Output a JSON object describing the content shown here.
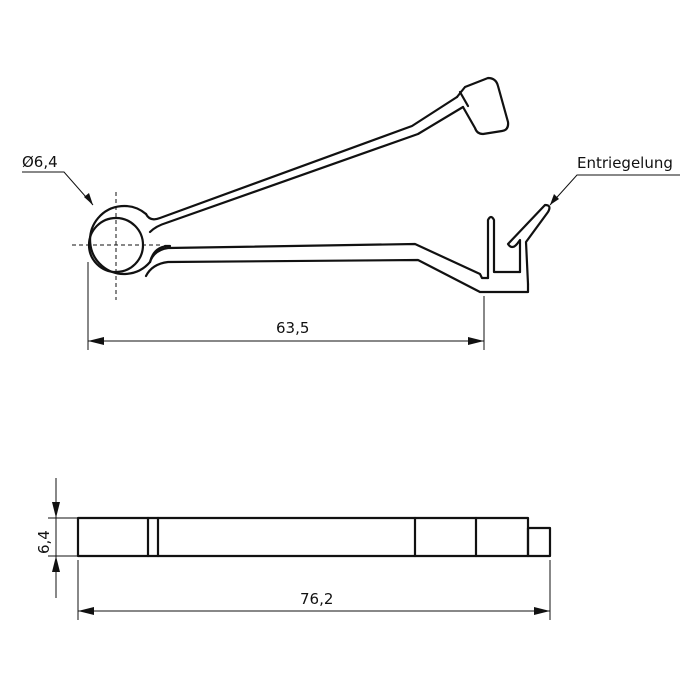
{
  "labels": {
    "diameter": "Ø6,4",
    "release": "Entriegelung",
    "length_top": "63,5",
    "length_bottom": "76,2",
    "height": "6,4"
  },
  "colors": {
    "ink": "#111111",
    "background": "#ffffff"
  }
}
